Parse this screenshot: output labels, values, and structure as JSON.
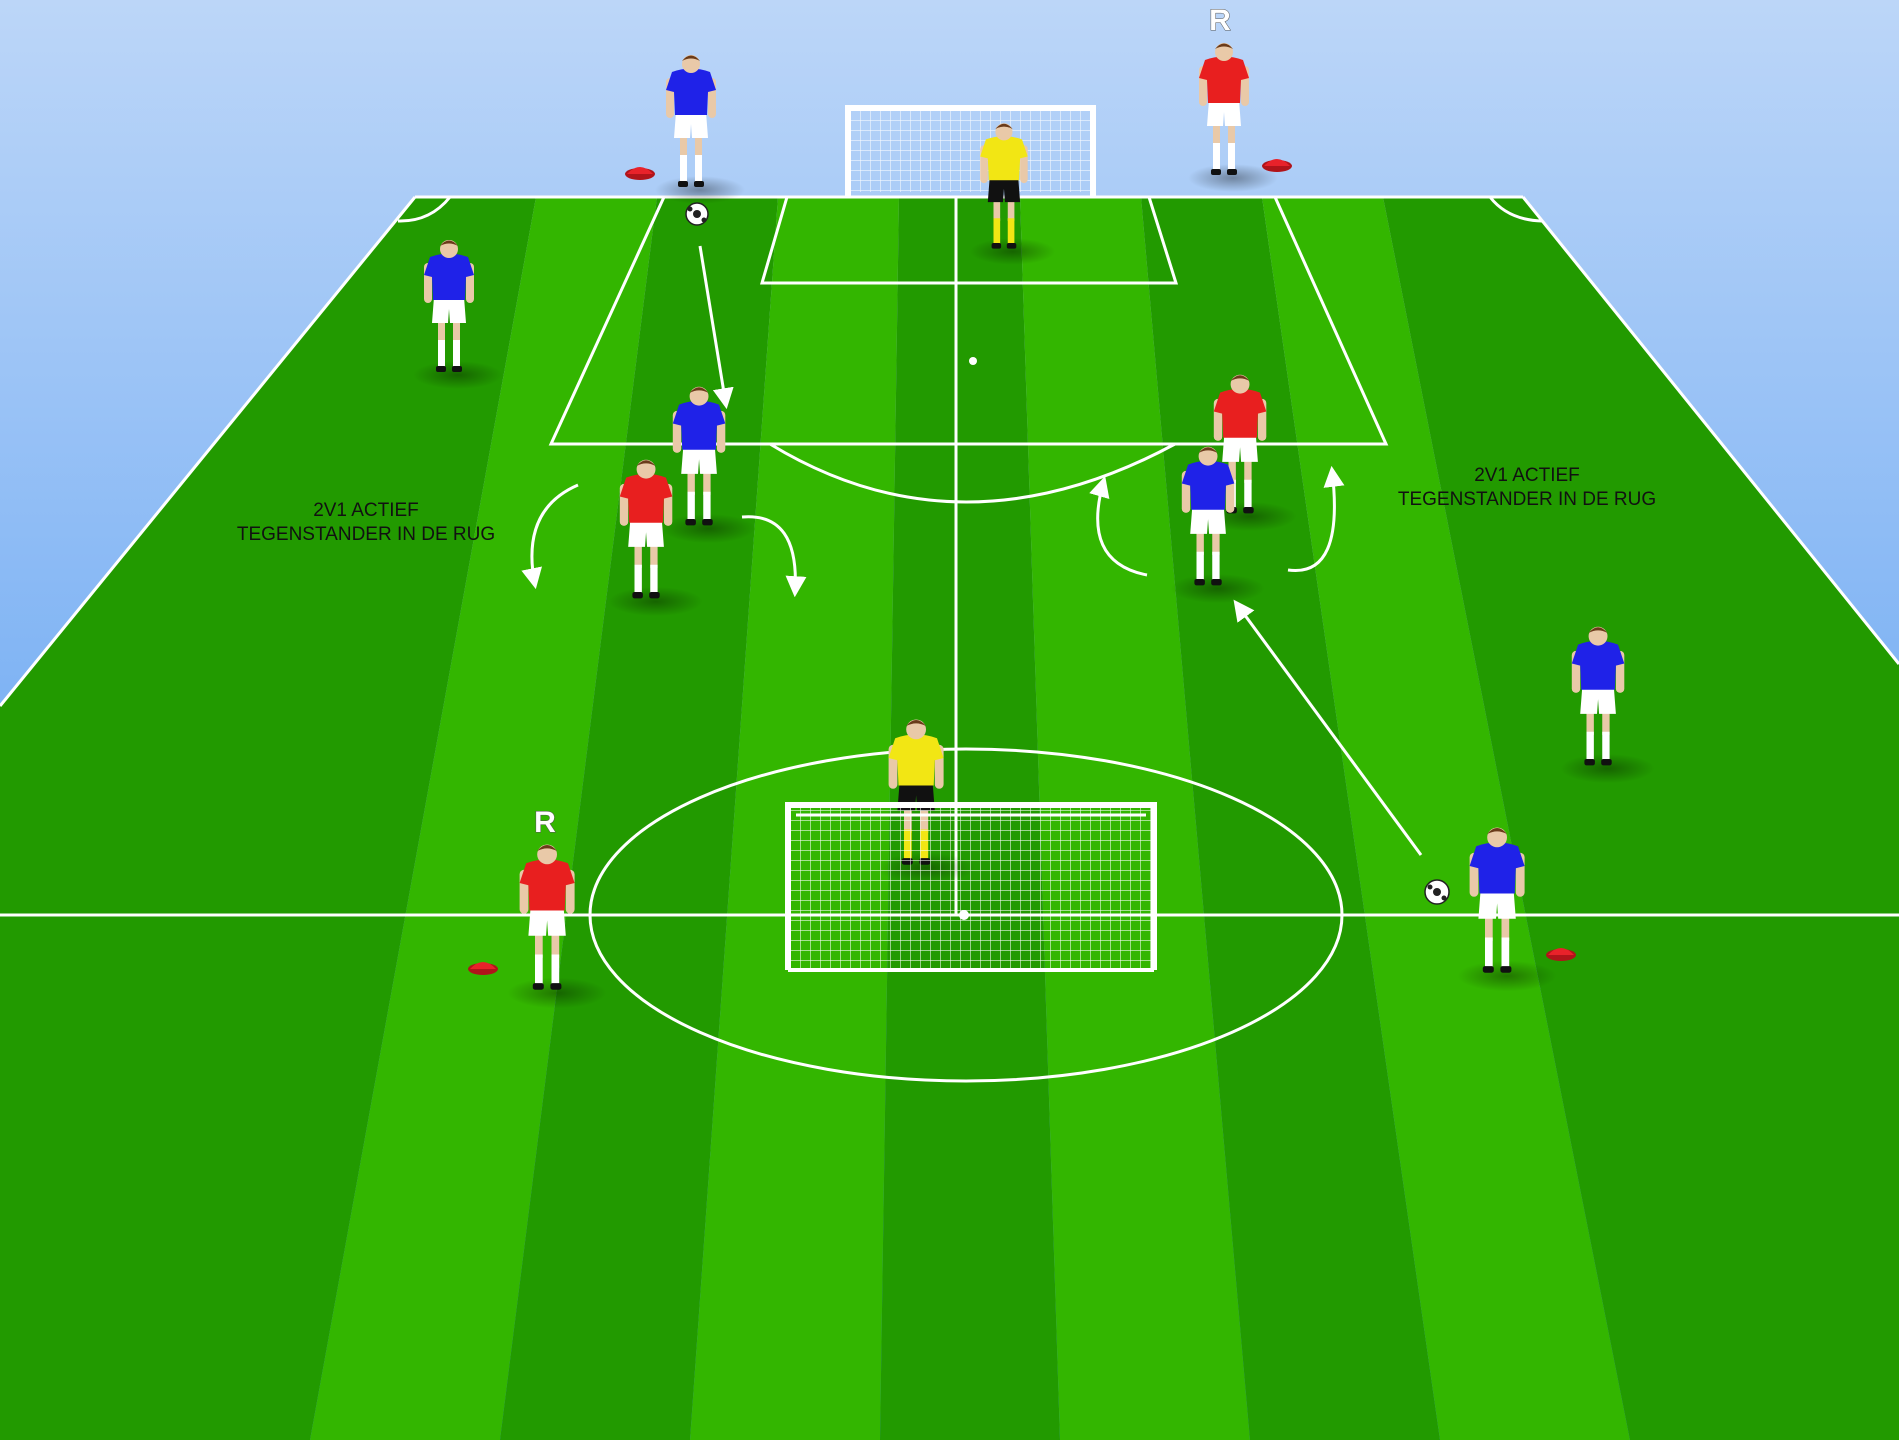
{
  "labels": {
    "left_note_line1": "2V1 ACTIEF",
    "left_note_line2": "TEGENSTANDER IN DE RUG",
    "right_note_line1": "2V1 ACTIEF",
    "right_note_line2": "TEGENSTANDER IN DE RUG",
    "rotation_top": "R",
    "rotation_bottom": "R"
  },
  "colors": {
    "sky_top": "#bcd6f8",
    "sky_bottom": "#3f8ff0",
    "grass_light": "#33b600",
    "grass_dark": "#229a00",
    "team_blue": "#1f22e8",
    "team_red": "#e81f1f",
    "keeper": "#f2e614",
    "cone": "#e8222a"
  },
  "players": [
    {
      "team": "blue",
      "role": "server"
    },
    {
      "team": "red",
      "role": "rotation"
    },
    {
      "team": "keeper",
      "role": "goalkeeper"
    },
    {
      "team": "blue",
      "role": "attacker"
    },
    {
      "team": "blue",
      "role": "attacker"
    },
    {
      "team": "red",
      "role": "defender"
    },
    {
      "team": "red",
      "role": "defender"
    },
    {
      "team": "blue",
      "role": "attacker"
    },
    {
      "team": "blue",
      "role": "attacker"
    },
    {
      "team": "keeper",
      "role": "goalkeeper"
    },
    {
      "team": "red",
      "role": "rotation"
    },
    {
      "team": "blue",
      "role": "server"
    }
  ]
}
